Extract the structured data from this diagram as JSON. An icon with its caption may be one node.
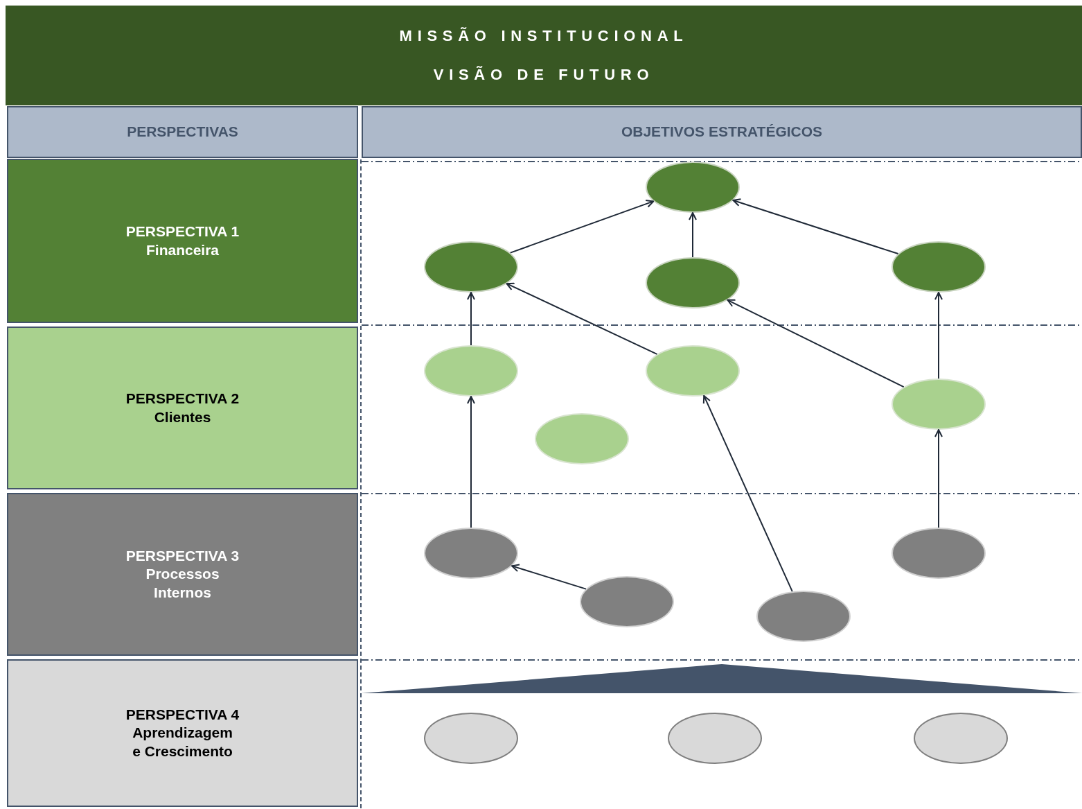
{
  "diagram": {
    "nodes": [
      {
        "text": [
          "MISSÃO INSTITUCIONAL",
          "VISÃO DE FUTURO"
        ]
      },
      {
        "text": [
          "PERSPECTIVAS"
        ]
      },
      {
        "text": [
          "OBJETIVOS ESTRATÉGICOS"
        ]
      },
      {
        "text": [
          "PERSPECTIVA 1",
          "Financeira"
        ]
      },
      {
        "text": [
          "PERSPECTIVA 2",
          "Clientes"
        ]
      },
      {
        "text": [
          "PERSPECTIVA 3",
          "Processos Internos"
        ]
      },
      {
        "text": [
          "PERSPECTIVA 4",
          "Aprendizagem e Crescimento"
        ]
      },
      {
        "text": [],
        "shape": "ellipse"
      },
      {
        "text": [],
        "shape": "ellipse"
      },
      {
        "text": [],
        "shape": "ellipse"
      },
      {
        "text": [],
        "shape": "ellipse"
      },
      {
        "text": [],
        "shape": "ellipse"
      },
      {
        "text": [],
        "shape": "ellipse"
      },
      {
        "text": [],
        "shape": "ellipse"
      },
      {
        "text": [],
        "shape": "ellipse"
      },
      {
        "text": [],
        "shape": "ellipse"
      },
      {
        "text": [],
        "shape": "ellipse"
      },
      {
        "text": [],
        "shape": "ellipse"
      },
      {
        "text": [],
        "shape": "ellipse"
      },
      {
        "text": [],
        "shape": "triangle"
      },
      {
        "text": [],
        "shape": "ellipse"
      },
      {
        "text": [],
        "shape": "ellipse"
      },
      {
        "text": [],
        "shape": "ellipse"
      }
    ],
    "edges": [
      {
        "from": 8,
        "to": 7,
        "arrow": "to"
      },
      {
        "from": 10,
        "to": 7,
        "arrow": "to"
      },
      {
        "from": 9,
        "to": 7,
        "arrow": "to"
      },
      {
        "from": 11,
        "to": 8,
        "arrow": "to"
      },
      {
        "from": 12,
        "to": 8,
        "arrow": "to"
      },
      {
        "from": 13,
        "to": 10,
        "arrow": "to"
      },
      {
        "from": 13,
        "to": 9,
        "arrow": "to"
      },
      {
        "from": 15,
        "to": 11,
        "arrow": "to"
      },
      {
        "from": 18,
        "to": 12,
        "arrow": "to"
      },
      {
        "from": 16,
        "to": 13,
        "arrow": "to"
      },
      {
        "from": 17,
        "to": 15,
        "arrow": "to"
      }
    ]
  }
}
